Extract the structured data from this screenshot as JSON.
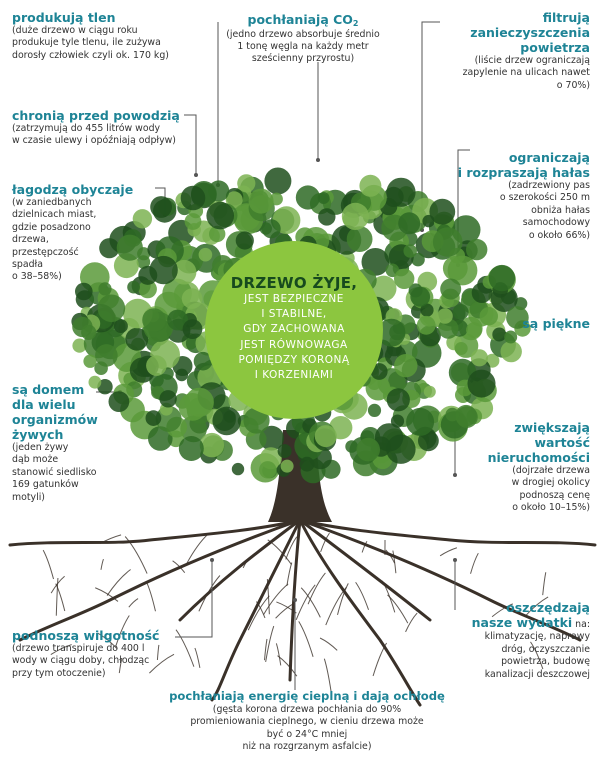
{
  "center": {
    "title": "DRZEWO ŻYJE,",
    "lines": [
      "JEST BEZPIECZNE",
      "I STABILNE,",
      "GDY ZACHOWANA",
      "JEST RÓWNOWAGA",
      "POMIĘDZY KORONĄ",
      "I KORZENIAMI"
    ]
  },
  "labels": {
    "tlen": {
      "title": "produkują tlen",
      "desc": [
        "(duże drzewo w ciągu roku",
        "produkuje tyle tlenu, ile zużywa",
        "dorosły człowiek czyli ok. 170 kg)"
      ]
    },
    "co2": {
      "title": "pochłaniają CO",
      "title_sub": "2",
      "desc": [
        "(jedno drzewo absorbuje średnio",
        "1 tonę węgla na każdy metr",
        "sześcienny przyrostu)"
      ]
    },
    "filtruja": {
      "title": [
        "filtrują",
        "zanieczyszczenia",
        "powietrza"
      ],
      "desc": [
        "(liście drzew ograniczają",
        "zapylenie na ulicach nawet",
        "o 70%)"
      ]
    },
    "powodz": {
      "title": "chronią przed powodzią",
      "desc": [
        "(zatrzymują do 455 litrów wody",
        "w czasie ulewy i opóźniają odpływ)"
      ]
    },
    "obyczaje": {
      "title": "łagodzą obyczaje",
      "desc": [
        "(w zaniedbanych",
        "dzielnicach miast,",
        "gdzie posadzono",
        "drzewa,",
        "przestępczość",
        "spadła",
        "o 38–58%)"
      ]
    },
    "halas": {
      "title": [
        "ograniczają",
        "i rozpraszają hałas"
      ],
      "desc": [
        "(zadrzewiony pas",
        "o szerokości 250 m",
        "obniża hałas",
        "samochodowy",
        "o około 66%)"
      ]
    },
    "piekne": {
      "title": "są piękne"
    },
    "domem": {
      "title": [
        "są domem",
        "dla wielu",
        "organizmów",
        "żywych"
      ],
      "desc": [
        "(jeden żywy",
        "dąb może",
        "stanowić siedlisko",
        "169 gatunków",
        "motyli)"
      ]
    },
    "wartosc": {
      "title": [
        "zwiększają",
        "wartość",
        "nieruchomości"
      ],
      "desc": [
        "(dojrzałe drzewa",
        "w drogiej okolicy",
        "podnoszą cenę",
        "o około 10–15%)"
      ]
    },
    "wydatki": {
      "title": [
        "oszczędzają",
        "nasze wydatki"
      ],
      "title_suffix": " na:",
      "desc": [
        "klimatyzację, naprawy",
        "dróg, oczyszczanie",
        "powietrza, budowę",
        "kanalizacji deszczowej"
      ]
    },
    "wilgotnosc": {
      "title": "podnoszą wilgotność",
      "desc": [
        "(drzewo transpiruje do 400 l",
        "wody w ciągu doby, chłodząc",
        "przy tym otoczenie)"
      ]
    },
    "energia": {
      "title": "pochłaniają energię cieplną i dają ochłodę",
      "desc": [
        "(gęsta korona drzewa pochłania do 90%",
        "promieniowania cieplnego, w cieniu drzewa może",
        "być o 24°C mniej",
        "niż na rozgrzanym asfalcie)"
      ]
    }
  },
  "colors": {
    "heading": "#1e8496",
    "text": "#333333",
    "leader": "#555555",
    "circle": "#8cc63f",
    "circle_title": "#174a1e",
    "foliage": [
      "#1f4f1c",
      "#2e6a25",
      "#3f7e2d",
      "#5b9a3a",
      "#7db352"
    ],
    "trunk": "#3a3129"
  }
}
